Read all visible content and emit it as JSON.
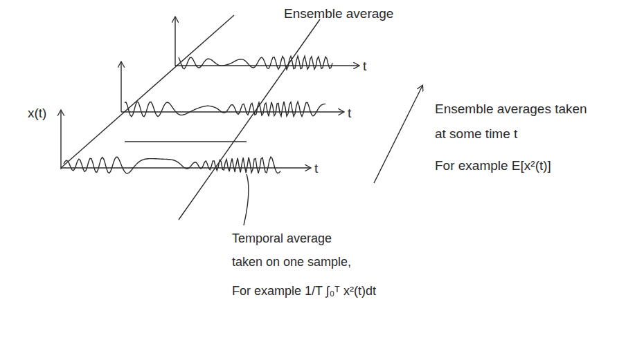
{
  "diagram": {
    "labels": [
      "Ensemble average",
      "x(t)",
      "t",
      "t",
      "t",
      "Ensemble averages taken at some time t",
      "For example E[x²(t)]",
      "Temporal average taken on one sample,",
      "For example 1/T ∫₀ᵀ x²(t)dt"
    ]
  }
}
